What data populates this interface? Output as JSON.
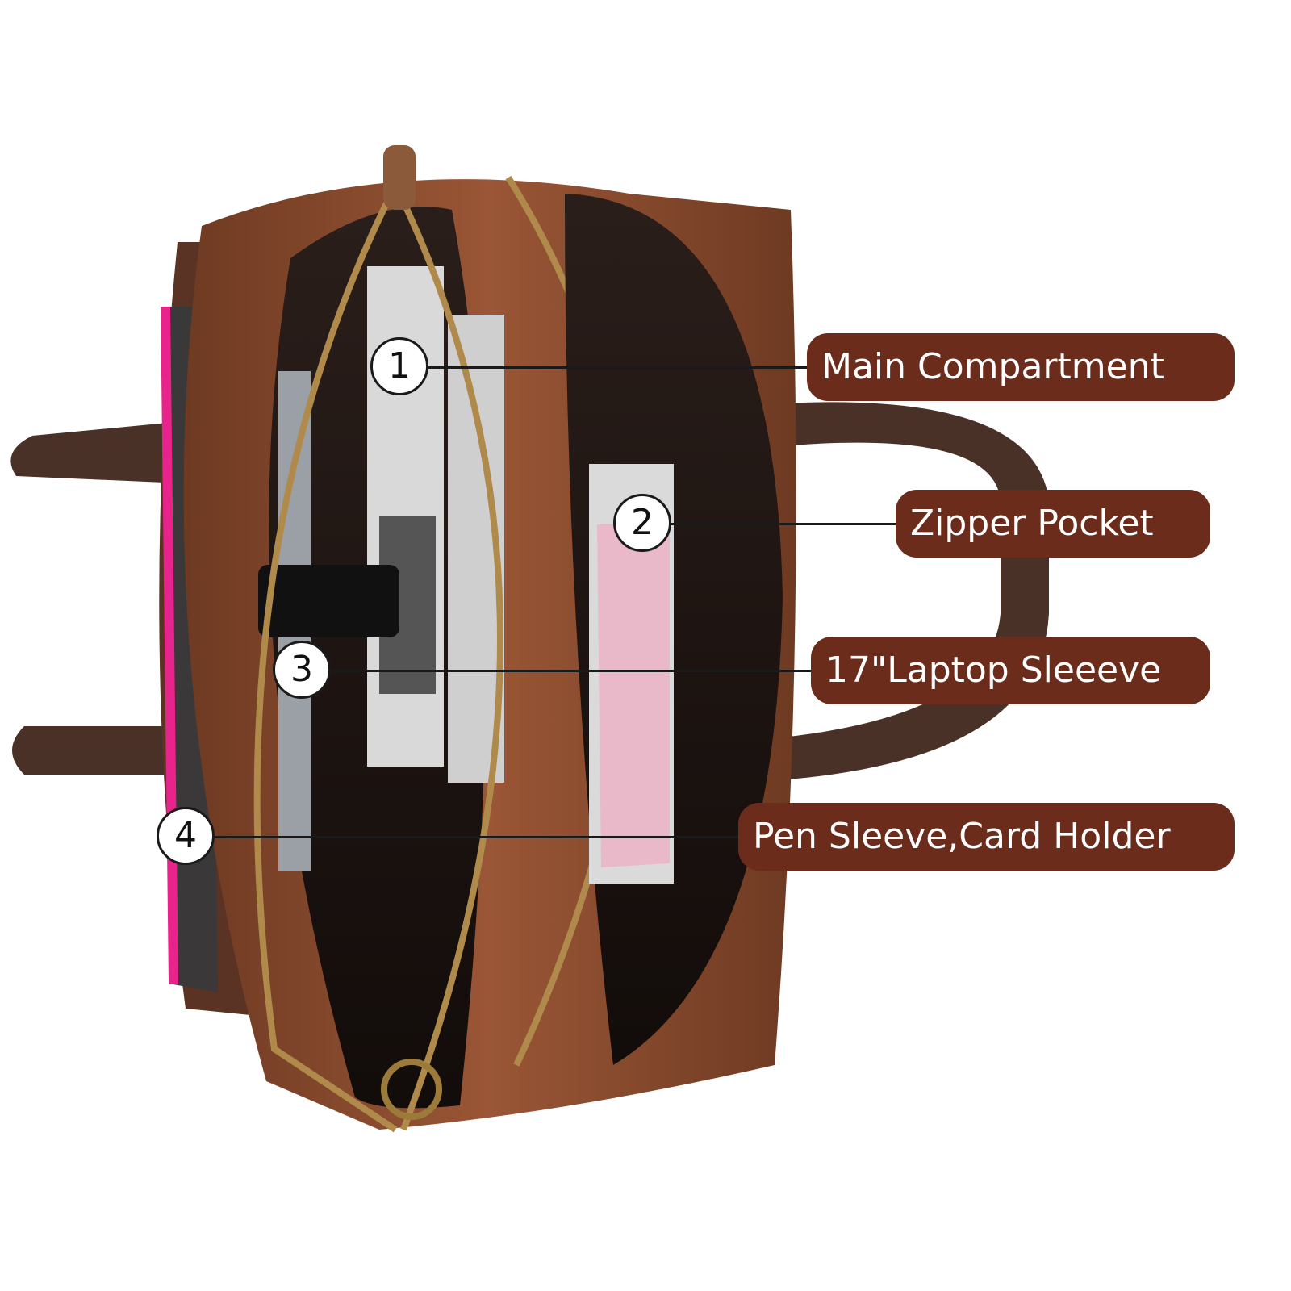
{
  "colors": {
    "label_bg": "#6b2c1b",
    "label_text": "#ffffff",
    "leather": "#8a4a2c",
    "lining": "#1c1412",
    "pink_zip": "#e8248c"
  },
  "callouts": [
    {
      "number": "1",
      "label": "Main Compartment"
    },
    {
      "number": "2",
      "label": "Zipper Pocket"
    },
    {
      "number": "3",
      "label": "17\"Laptop Sleeeve"
    },
    {
      "number": "4",
      "label": "Pen Sleeve,Card Holder"
    }
  ]
}
